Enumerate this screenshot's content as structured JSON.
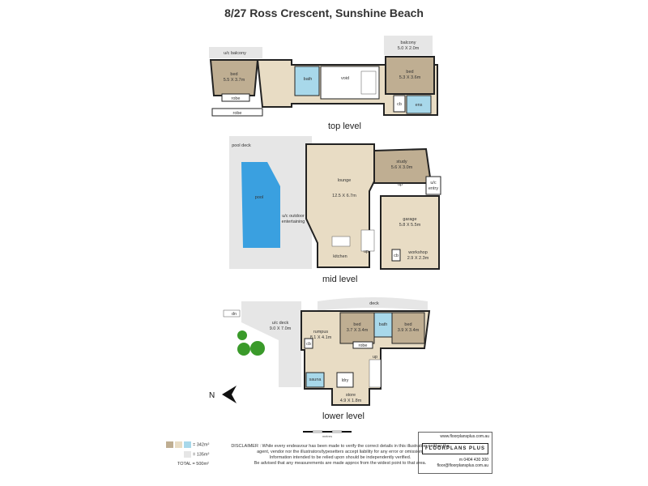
{
  "title": "8/27 Ross Crescent, Sunshine Beach",
  "levels": {
    "top": "top level",
    "mid": "mid level",
    "lower": "lower level"
  },
  "rooms": {
    "uc_balcony": "u/c balcony",
    "bed1_name": "bed",
    "bed1_size": "5.5 X 3.7m",
    "robe_a": "robe",
    "robe_b": "robe",
    "bath_top": "bath",
    "void": "void",
    "balcony_name": "balcony",
    "balcony_size": "5.0 X 2.0m",
    "bed2_name": "bed",
    "bed2_size": "5.3 X 3.6m",
    "cb_top": "cb",
    "ens": "ens",
    "pool_deck": "pool deck",
    "pool": "pool",
    "uc_outdoor": "u/c outdoor",
    "entertaining": "entertaining",
    "lounge": "lounge",
    "lounge_size": "12.5 X 6.7m",
    "kitchen": "kitchen",
    "study_name": "study",
    "study_size": "5.6 X 3.0m",
    "up_mid1": "up",
    "up_mid2": "up",
    "uc_entry1": "u/c",
    "uc_entry2": "entry",
    "garage_name": "garage",
    "garage_size": "5.8 X 5.5m",
    "workshop_name": "workshop",
    "workshop_size": "2.9 X 2.3m",
    "cb_mid": "cb",
    "dn": "dn",
    "uc_deck_name": "u/c deck",
    "uc_deck_size": "9.0 X 7.0m",
    "deck": "deck",
    "rumpus_name": "rumpus",
    "rumpus_size": "8.1 X 4.1m",
    "bed3_name": "bed",
    "bed3_size": "3.7 X 3.4m",
    "bath_low": "bath",
    "bed4_name": "bed",
    "bed4_size": "3.9 X 3.4m",
    "robe_low": "robe",
    "cb_low": "cb",
    "up_low": "up",
    "sauna": "sauna",
    "ldry": "ldry",
    "store_name": "store",
    "store_size": "4.9 X 1.8m"
  },
  "compass": "N",
  "scale_label": "metres",
  "areas": {
    "row1": "= 342m²",
    "row2": "= 135m²",
    "total": "TOTAL  = 500m²"
  },
  "disclaimer": [
    "DISCLAIMER : While every endeavour has been made to verify the correct details in this illustration neither the",
    "agent, vendor nor the illustrators/typesetters accept liability for any error or omission.",
    "Information intended to be relied upon should be independently verified.",
    "Be advised that any measurements are made approx from the widest point to that area."
  ],
  "logo": {
    "url": "www.floorplansplus.com.au",
    "brand": "FLOORPLANS PLUS",
    "phone": "m 0404 430 300",
    "email": "floor@floorplansplus.com.au"
  },
  "colors": {
    "wall": "#222222",
    "room_tan": "#e8dcc4",
    "room_brown": "#bfae92",
    "outdoor_grey": "#e6e6e6",
    "wet_blue": "#a8d8ea",
    "pool_blue": "#3aa0e0",
    "tree_green": "#3a9a2a"
  }
}
